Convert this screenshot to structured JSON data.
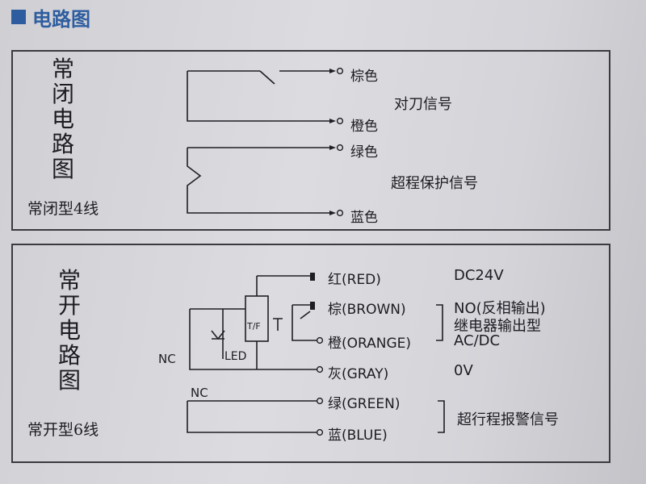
{
  "header": {
    "title": "电路图"
  },
  "nc_section": {
    "title_chars": [
      "常",
      "闭",
      "电",
      "路",
      "图"
    ],
    "subtitle": "常闭型4线",
    "terminals": [
      "棕色",
      "橙色",
      "绿色",
      "蓝色"
    ],
    "signal_top": "对刀信号",
    "signal_bottom": "超程保护信号"
  },
  "no_section": {
    "title_chars": [
      "常",
      "开",
      "电",
      "路",
      "图"
    ],
    "subtitle": "常开型6线",
    "terminals": [
      "红(RED)",
      "棕(BROWN)",
      "橙(ORANGE)",
      "灰(GRAY)",
      "绿(GREEN)",
      "蓝(BLUE)"
    ],
    "right_labels": [
      "DC24V",
      "NO(反相输出)",
      "继电器输出型",
      "AC/DC",
      "0V",
      "超行程报警信号"
    ],
    "component_labels": [
      "NC",
      "LED",
      "T/F",
      "NC"
    ]
  }
}
